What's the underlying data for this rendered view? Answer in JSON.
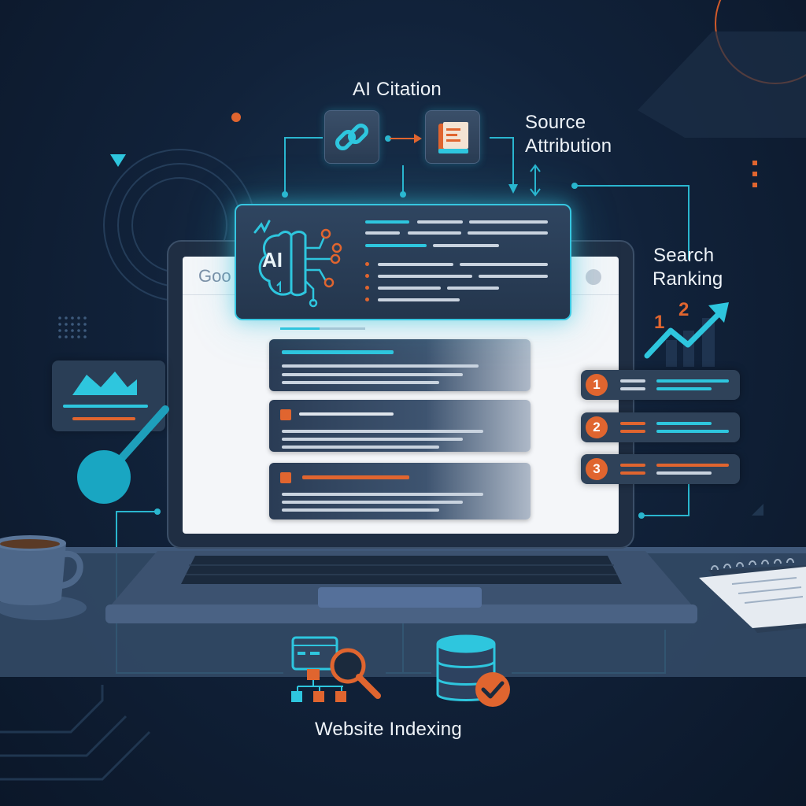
{
  "labels": {
    "ai_citation": "AI Citation",
    "source_attribution_1": "Source",
    "source_attribution_2": "Attribution",
    "search_ranking_1": "Search",
    "search_ranking_2": "Ranking",
    "website_indexing": "Website Indexing"
  },
  "browser": {
    "logo_partial": "Goo"
  },
  "ai_card": {
    "chip_text": "AI"
  },
  "ranking": {
    "chart_numbers": [
      "1",
      "2"
    ],
    "rows": [
      "1",
      "2",
      "3"
    ]
  },
  "icons": {
    "citation": "link-icon",
    "attribution": "book-icon",
    "ai": "brain-chip-icon",
    "trend": "trend-arrow-icon",
    "sitemap": "sitemap-search-icon",
    "database": "database-check-icon",
    "coffee": "coffee-cup-icon",
    "notebook": "notebook-icon"
  },
  "colors": {
    "background": "#11223a",
    "accent_teal": "#2ec6de",
    "accent_orange": "#e0652f",
    "card": "#2f4259"
  }
}
